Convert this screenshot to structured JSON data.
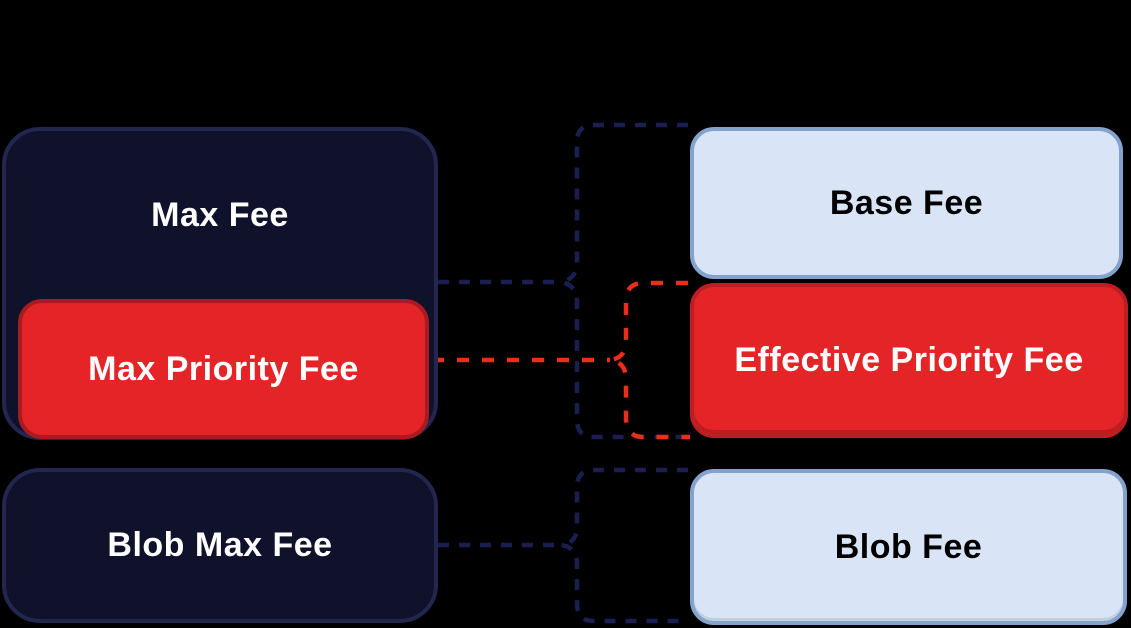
{
  "diagram": {
    "background": "#000000",
    "boxes": {
      "max_fee": {
        "label": "Max Fee",
        "fill": "#10112b",
        "border": "#23264f",
        "text_color": "#ffffff"
      },
      "max_priority_fee": {
        "label": "Max Priority Fee",
        "fill": "#e52428",
        "border": "#a81b1f",
        "text_color": "#ffffff"
      },
      "blob_max_fee": {
        "label": "Blob Max Fee",
        "fill": "#10112b",
        "border": "#23264f",
        "text_color": "#ffffff"
      },
      "base_fee": {
        "label": "Base Fee",
        "fill": "#d9e5f7",
        "border": "#84a3cc",
        "text_color": "#000000"
      },
      "effective_priority_fee": {
        "label": "Effective Priority Fee",
        "fill": "#e52428",
        "border": "#bc1e22",
        "text_color": "#ffffff"
      },
      "blob_fee": {
        "label": "Blob Fee",
        "fill": "#d9e5f7",
        "border": "#84a3cc",
        "text_color": "#000000"
      }
    },
    "connectors": {
      "navy_color": "#1a1e50",
      "red_color": "#eb2d19",
      "mappings": [
        {
          "from": "Max Fee",
          "to": "Base Fee + Effective Priority Fee",
          "color": "#1a1e50"
        },
        {
          "from": "Max Priority Fee",
          "to": "Effective Priority Fee",
          "color": "#eb2d19"
        },
        {
          "from": "Blob Max Fee",
          "to": "Blob Fee",
          "color": "#1a1e50"
        }
      ]
    }
  }
}
